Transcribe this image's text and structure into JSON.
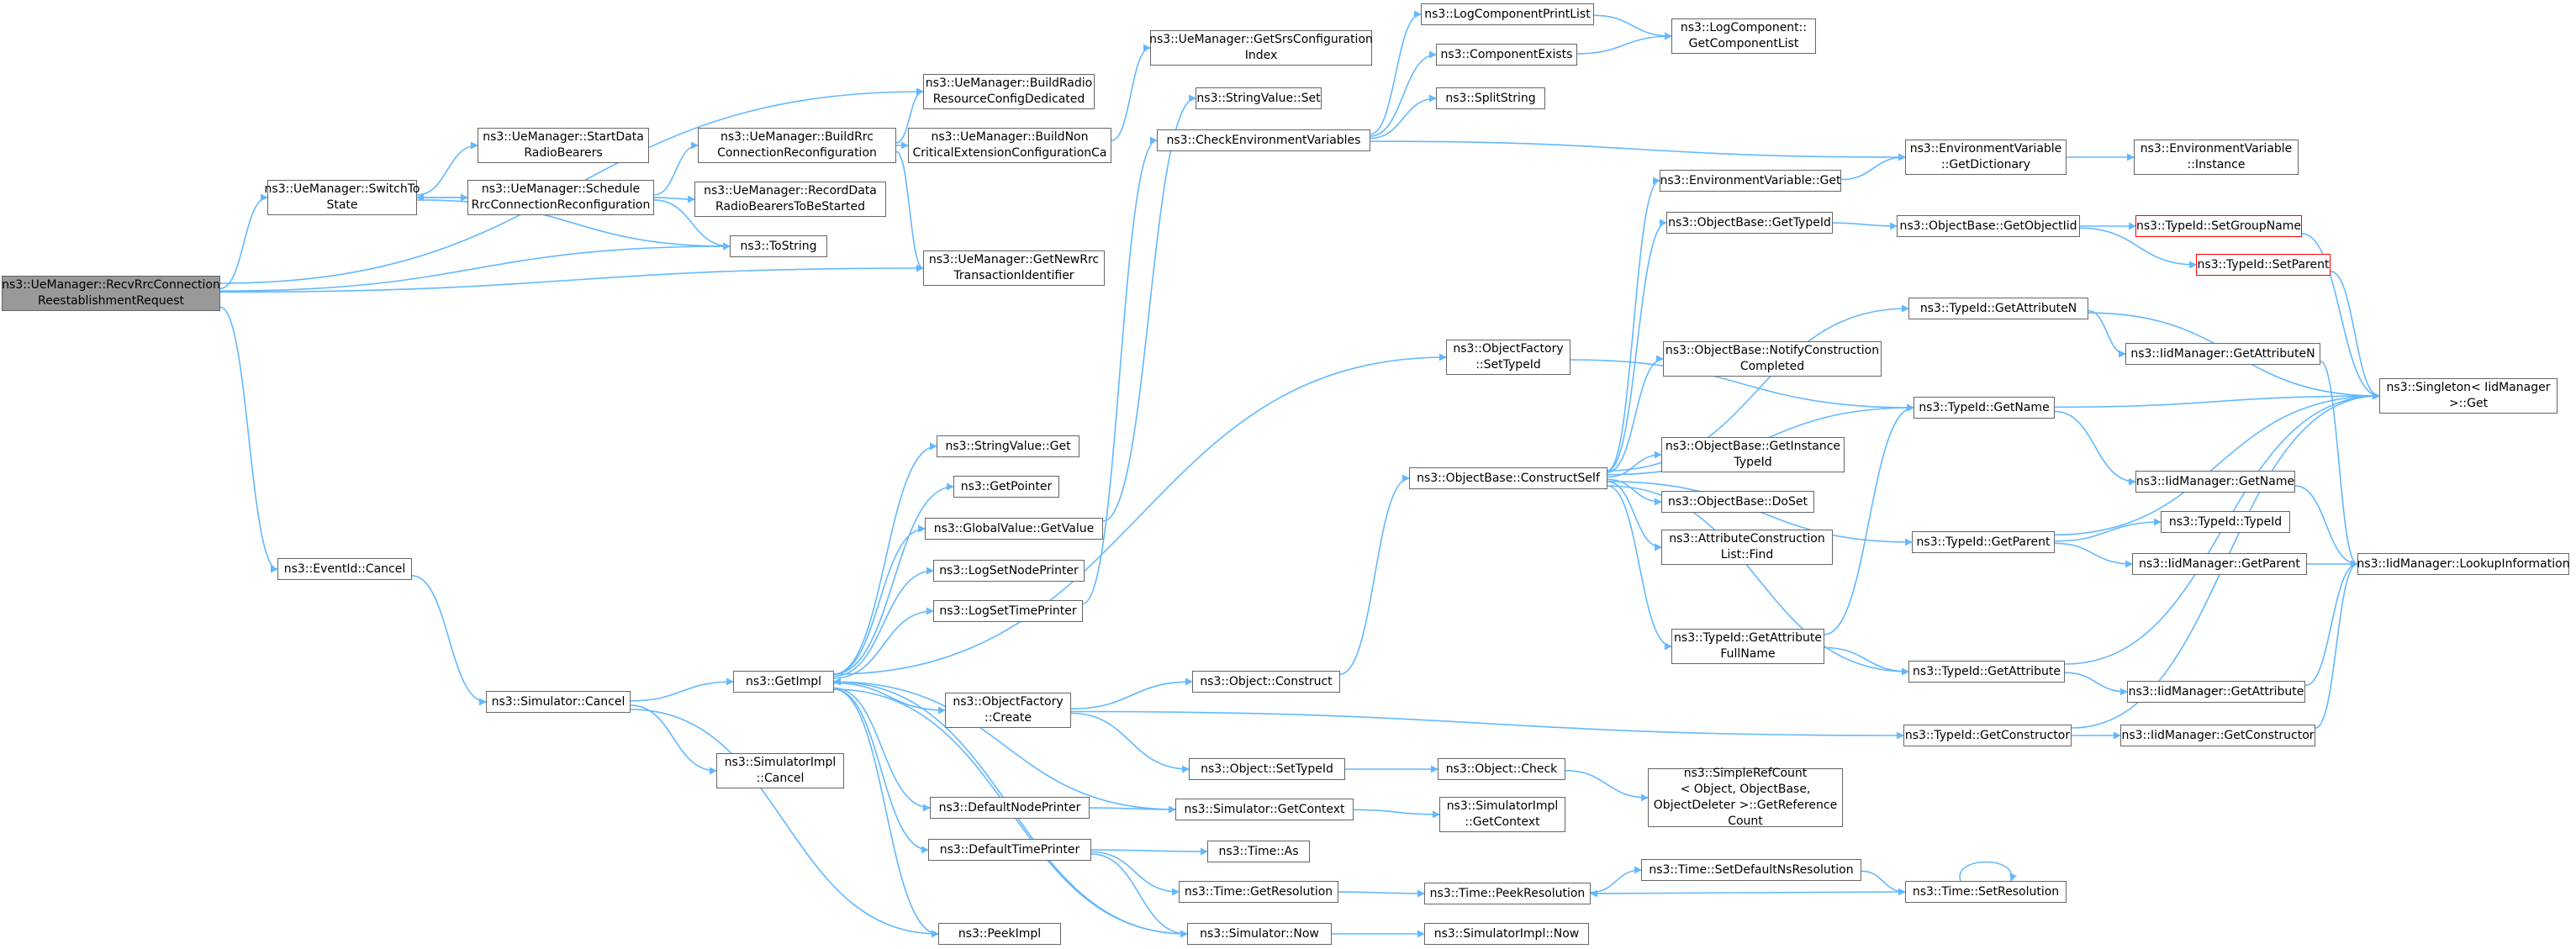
{
  "colors": {
    "edge": "#63b8ff",
    "node_border": "#666666",
    "root_fill": "#999999",
    "truncated_border": "#ff0000"
  },
  "nodes": [
    {
      "id": "recv",
      "lines": [
        "ns3::UeManager::RecvRrcConnection",
        "ReestablishmentRequest"
      ],
      "root": true
    },
    {
      "id": "buildRadio",
      "lines": [
        "ns3::UeManager::BuildRadio",
        "ResourceConfigDedicated"
      ]
    },
    {
      "id": "startData",
      "lines": [
        "ns3::UeManager::StartData",
        "RadioBearers"
      ]
    },
    {
      "id": "switchTo",
      "lines": [
        "ns3::UeManager::SwitchTo",
        "State"
      ]
    },
    {
      "id": "buildRrc",
      "lines": [
        "ns3::UeManager::BuildRrc",
        "ConnectionReconfiguration"
      ]
    },
    {
      "id": "schedule",
      "lines": [
        "ns3::UeManager::Schedule",
        "RrcConnectionReconfiguration"
      ]
    },
    {
      "id": "buildNon",
      "lines": [
        "ns3::UeManager::BuildNon",
        "CriticalExtensionConfigurationCa"
      ]
    },
    {
      "id": "recordData",
      "lines": [
        "ns3::UeManager::RecordData",
        "RadioBearersToBeStarted"
      ]
    },
    {
      "id": "toString",
      "lines": [
        "ns3::ToString"
      ]
    },
    {
      "id": "getNewRrc",
      "lines": [
        "ns3::UeManager::GetNewRrc",
        "TransactionIdentifier"
      ]
    },
    {
      "id": "getSrs",
      "lines": [
        "ns3::UeManager::GetSrsConfiguration",
        "Index"
      ]
    },
    {
      "id": "stringSet",
      "lines": [
        "ns3::StringValue::Set"
      ]
    },
    {
      "id": "checkEnv",
      "lines": [
        "ns3::CheckEnvironmentVariables"
      ]
    },
    {
      "id": "logCompPrint",
      "lines": [
        "ns3::LogComponentPrintList"
      ]
    },
    {
      "id": "compExists",
      "lines": [
        "ns3::ComponentExists"
      ]
    },
    {
      "id": "logCompGet",
      "lines": [
        "ns3::LogComponent::",
        "GetComponentList"
      ]
    },
    {
      "id": "splitString",
      "lines": [
        "ns3::SplitString"
      ]
    },
    {
      "id": "envGetDict",
      "lines": [
        "ns3::EnvironmentVariable",
        "::GetDictionary"
      ]
    },
    {
      "id": "envInstance",
      "lines": [
        "ns3::EnvironmentVariable",
        "::Instance"
      ]
    },
    {
      "id": "envGet",
      "lines": [
        "ns3::EnvironmentVariable::Get"
      ]
    },
    {
      "id": "objBaseGetTypeId",
      "lines": [
        "ns3::ObjectBase::GetTypeId"
      ]
    },
    {
      "id": "objBaseGetObjectIid",
      "lines": [
        "ns3::ObjectBase::GetObjectIid"
      ]
    },
    {
      "id": "setGroupName",
      "lines": [
        "ns3::TypeId::SetGroupName"
      ],
      "truncated": true
    },
    {
      "id": "setParent",
      "lines": [
        "ns3::TypeId::SetParent"
      ],
      "truncated": true
    },
    {
      "id": "objFactSetTypeId",
      "lines": [
        "ns3::ObjectFactory",
        "::SetTypeId"
      ]
    },
    {
      "id": "getAttributeN",
      "lines": [
        "ns3::TypeId::GetAttributeN"
      ]
    },
    {
      "id": "notifyConstruction",
      "lines": [
        "ns3::ObjectBase::NotifyConstruction",
        "Completed"
      ]
    },
    {
      "id": "iidGetAttributeN",
      "lines": [
        "ns3::IidManager::GetAttributeN"
      ]
    },
    {
      "id": "singletonGet",
      "lines": [
        "ns3::Singleton< IidManager",
        ">::Get"
      ]
    },
    {
      "id": "typeIdGetName",
      "lines": [
        "ns3::TypeId::GetName"
      ]
    },
    {
      "id": "getInstanceTypeId",
      "lines": [
        "ns3::ObjectBase::GetInstance",
        "TypeId"
      ]
    },
    {
      "id": "constructSelf",
      "lines": [
        "ns3::ObjectBase::ConstructSelf"
      ]
    },
    {
      "id": "iidGetName",
      "lines": [
        "ns3::IidManager::GetName"
      ]
    },
    {
      "id": "doSet",
      "lines": [
        "ns3::ObjectBase::DoSet"
      ]
    },
    {
      "id": "typeIdTypeId",
      "lines": [
        "ns3::TypeId::TypeId"
      ]
    },
    {
      "id": "attrConstFind",
      "lines": [
        "ns3::AttributeConstruction",
        "List::Find"
      ]
    },
    {
      "id": "getParent",
      "lines": [
        "ns3::TypeId::GetParent"
      ]
    },
    {
      "id": "iidGetParent",
      "lines": [
        "ns3::IidManager::GetParent"
      ]
    },
    {
      "id": "lookupInfo",
      "lines": [
        "ns3::IidManager::LookupInformation"
      ]
    },
    {
      "id": "getAttrFullName",
      "lines": [
        "ns3::TypeId::GetAttribute",
        "FullName"
      ]
    },
    {
      "id": "getAttribute",
      "lines": [
        "ns3::TypeId::GetAttribute"
      ]
    },
    {
      "id": "iidGetAttribute",
      "lines": [
        "ns3::IidManager::GetAttribute"
      ]
    },
    {
      "id": "eventIdCancel",
      "lines": [
        "ns3::EventId::Cancel"
      ]
    },
    {
      "id": "stringValueGet",
      "lines": [
        "ns3::StringValue::Get"
      ]
    },
    {
      "id": "getPointer",
      "lines": [
        "ns3::GetPointer"
      ]
    },
    {
      "id": "globalGetValue",
      "lines": [
        "ns3::GlobalValue::GetValue"
      ]
    },
    {
      "id": "logSetNode",
      "lines": [
        "ns3::LogSetNodePrinter"
      ]
    },
    {
      "id": "logSetTime",
      "lines": [
        "ns3::LogSetTimePrinter"
      ]
    },
    {
      "id": "simCancel",
      "lines": [
        "ns3::Simulator::Cancel"
      ]
    },
    {
      "id": "getImpl",
      "lines": [
        "ns3::GetImpl"
      ]
    },
    {
      "id": "objFactCreate",
      "lines": [
        "ns3::ObjectFactory",
        "::Create"
      ]
    },
    {
      "id": "objConstruct",
      "lines": [
        "ns3::Object::Construct"
      ]
    },
    {
      "id": "getConstructor",
      "lines": [
        "ns3::TypeId::GetConstructor"
      ]
    },
    {
      "id": "iidGetConstructor",
      "lines": [
        "ns3::IidManager::GetConstructor"
      ]
    },
    {
      "id": "simImplCancel",
      "lines": [
        "ns3::SimulatorImpl",
        "::Cancel"
      ]
    },
    {
      "id": "objSetTypeId",
      "lines": [
        "ns3::Object::SetTypeId"
      ]
    },
    {
      "id": "objCheck",
      "lines": [
        "ns3::Object::Check"
      ]
    },
    {
      "id": "simpleRefCount",
      "lines": [
        "ns3::SimpleRefCount",
        "< Object, ObjectBase,",
        "ObjectDeleter >::GetReference",
        "Count"
      ]
    },
    {
      "id": "defNodePrinter",
      "lines": [
        "ns3::DefaultNodePrinter"
      ]
    },
    {
      "id": "simGetContext",
      "lines": [
        "ns3::Simulator::GetContext"
      ]
    },
    {
      "id": "simImplGetContext",
      "lines": [
        "ns3::SimulatorImpl",
        "::GetContext"
      ]
    },
    {
      "id": "defTimePrinter",
      "lines": [
        "ns3::DefaultTimePrinter"
      ]
    },
    {
      "id": "timeAs",
      "lines": [
        "ns3::Time::As"
      ]
    },
    {
      "id": "setDefaultNsRes",
      "lines": [
        "ns3::Time::SetDefaultNsResolution"
      ]
    },
    {
      "id": "timeGetRes",
      "lines": [
        "ns3::Time::GetResolution"
      ]
    },
    {
      "id": "peekRes",
      "lines": [
        "ns3::Time::PeekResolution"
      ]
    },
    {
      "id": "setResolution",
      "lines": [
        "ns3::Time::SetResolution"
      ]
    },
    {
      "id": "simNow",
      "lines": [
        "ns3::Simulator::Now"
      ]
    },
    {
      "id": "simImplNow",
      "lines": [
        "ns3::SimulatorImpl::Now"
      ]
    },
    {
      "id": "peekImpl",
      "lines": [
        "ns3::PeekImpl"
      ]
    }
  ],
  "edges": [
    [
      "recv",
      "buildRadio"
    ],
    [
      "recv",
      "switchTo"
    ],
    [
      "recv",
      "toString"
    ],
    [
      "recv",
      "getNewRrc"
    ],
    [
      "recv",
      "eventIdCancel"
    ],
    [
      "switchTo",
      "startData"
    ],
    [
      "switchTo",
      "schedule"
    ],
    [
      "switchTo",
      "toString"
    ],
    [
      "schedule",
      "switchTo"
    ],
    [
      "schedule",
      "buildRrc"
    ],
    [
      "schedule",
      "recordData"
    ],
    [
      "schedule",
      "toString"
    ],
    [
      "buildRrc",
      "buildRadio"
    ],
    [
      "buildRrc",
      "buildNon"
    ],
    [
      "buildRrc",
      "getNewRrc"
    ],
    [
      "buildNon",
      "getSrs"
    ],
    [
      "checkEnv",
      "logCompPrint"
    ],
    [
      "checkEnv",
      "compExists"
    ],
    [
      "checkEnv",
      "splitString"
    ],
    [
      "checkEnv",
      "envGetDict"
    ],
    [
      "logCompPrint",
      "logCompGet"
    ],
    [
      "compExists",
      "logCompGet"
    ],
    [
      "envGetDict",
      "envInstance"
    ],
    [
      "envGet",
      "envGetDict"
    ],
    [
      "objBaseGetTypeId",
      "objBaseGetObjectIid"
    ],
    [
      "objBaseGetObjectIid",
      "setGroupName"
    ],
    [
      "objBaseGetObjectIid",
      "setParent"
    ],
    [
      "setGroupName",
      "singletonGet"
    ],
    [
      "setParent",
      "singletonGet"
    ],
    [
      "objFactSetTypeId",
      "typeIdGetName"
    ],
    [
      "getAttributeN",
      "iidGetAttributeN"
    ],
    [
      "getAttributeN",
      "singletonGet"
    ],
    [
      "iidGetAttributeN",
      "lookupInfo"
    ],
    [
      "typeIdGetName",
      "singletonGet"
    ],
    [
      "typeIdGetName",
      "iidGetName"
    ],
    [
      "iidGetName",
      "lookupInfo"
    ],
    [
      "constructSelf",
      "envGet"
    ],
    [
      "constructSelf",
      "objBaseGetTypeId"
    ],
    [
      "constructSelf",
      "getAttributeN"
    ],
    [
      "constructSelf",
      "notifyConstruction"
    ],
    [
      "constructSelf",
      "typeIdGetName"
    ],
    [
      "constructSelf",
      "getInstanceTypeId"
    ],
    [
      "constructSelf",
      "doSet"
    ],
    [
      "constructSelf",
      "attrConstFind"
    ],
    [
      "constructSelf",
      "getParent"
    ],
    [
      "constructSelf",
      "getAttrFullName"
    ],
    [
      "constructSelf",
      "getAttribute"
    ],
    [
      "getParent",
      "singletonGet"
    ],
    [
      "getParent",
      "typeIdTypeId"
    ],
    [
      "getParent",
      "iidGetParent"
    ],
    [
      "iidGetParent",
      "lookupInfo"
    ],
    [
      "getAttrFullName",
      "typeIdGetName"
    ],
    [
      "getAttrFullName",
      "getAttribute"
    ],
    [
      "getAttribute",
      "singletonGet"
    ],
    [
      "getAttribute",
      "iidGetAttribute"
    ],
    [
      "iidGetAttribute",
      "lookupInfo"
    ],
    [
      "eventIdCancel",
      "simCancel"
    ],
    [
      "simCancel",
      "getImpl"
    ],
    [
      "simCancel",
      "simImplCancel"
    ],
    [
      "simCancel",
      "peekImpl"
    ],
    [
      "getImpl",
      "stringValueGet"
    ],
    [
      "getImpl",
      "getPointer"
    ],
    [
      "getImpl",
      "globalGetValue"
    ],
    [
      "getImpl",
      "logSetNode"
    ],
    [
      "getImpl",
      "logSetTime"
    ],
    [
      "getImpl",
      "objFactSetTypeId"
    ],
    [
      "getImpl",
      "objFactCreate"
    ],
    [
      "getImpl",
      "defNodePrinter"
    ],
    [
      "getImpl",
      "defTimePrinter"
    ],
    [
      "getImpl",
      "simNow"
    ],
    [
      "getImpl",
      "peekImpl"
    ],
    [
      "globalGetValue",
      "stringSet"
    ],
    [
      "logSetTime",
      "checkEnv"
    ],
    [
      "objFactCreate",
      "objConstruct"
    ],
    [
      "objFactCreate",
      "objSetTypeId"
    ],
    [
      "objFactCreate",
      "getConstructor"
    ],
    [
      "objConstruct",
      "constructSelf"
    ],
    [
      "getConstructor",
      "iidGetConstructor"
    ],
    [
      "getConstructor",
      "singletonGet"
    ],
    [
      "iidGetConstructor",
      "lookupInfo"
    ],
    [
      "objSetTypeId",
      "objCheck"
    ],
    [
      "objCheck",
      "simpleRefCount"
    ],
    [
      "defNodePrinter",
      "simGetContext"
    ],
    [
      "simGetContext",
      "simImplGetContext"
    ],
    [
      "simGetContext",
      "getImpl"
    ],
    [
      "defTimePrinter",
      "timeAs"
    ],
    [
      "defTimePrinter",
      "timeGetRes"
    ],
    [
      "defTimePrinter",
      "simNow"
    ],
    [
      "timeGetRes",
      "peekRes"
    ],
    [
      "peekRes",
      "setDefaultNsRes"
    ],
    [
      "setDefaultNsRes",
      "setResolution"
    ],
    [
      "setResolution",
      "peekRes"
    ],
    [
      "setResolution",
      "setResolution"
    ],
    [
      "simNow",
      "simImplNow"
    ],
    [
      "simNow",
      "getImpl"
    ]
  ]
}
